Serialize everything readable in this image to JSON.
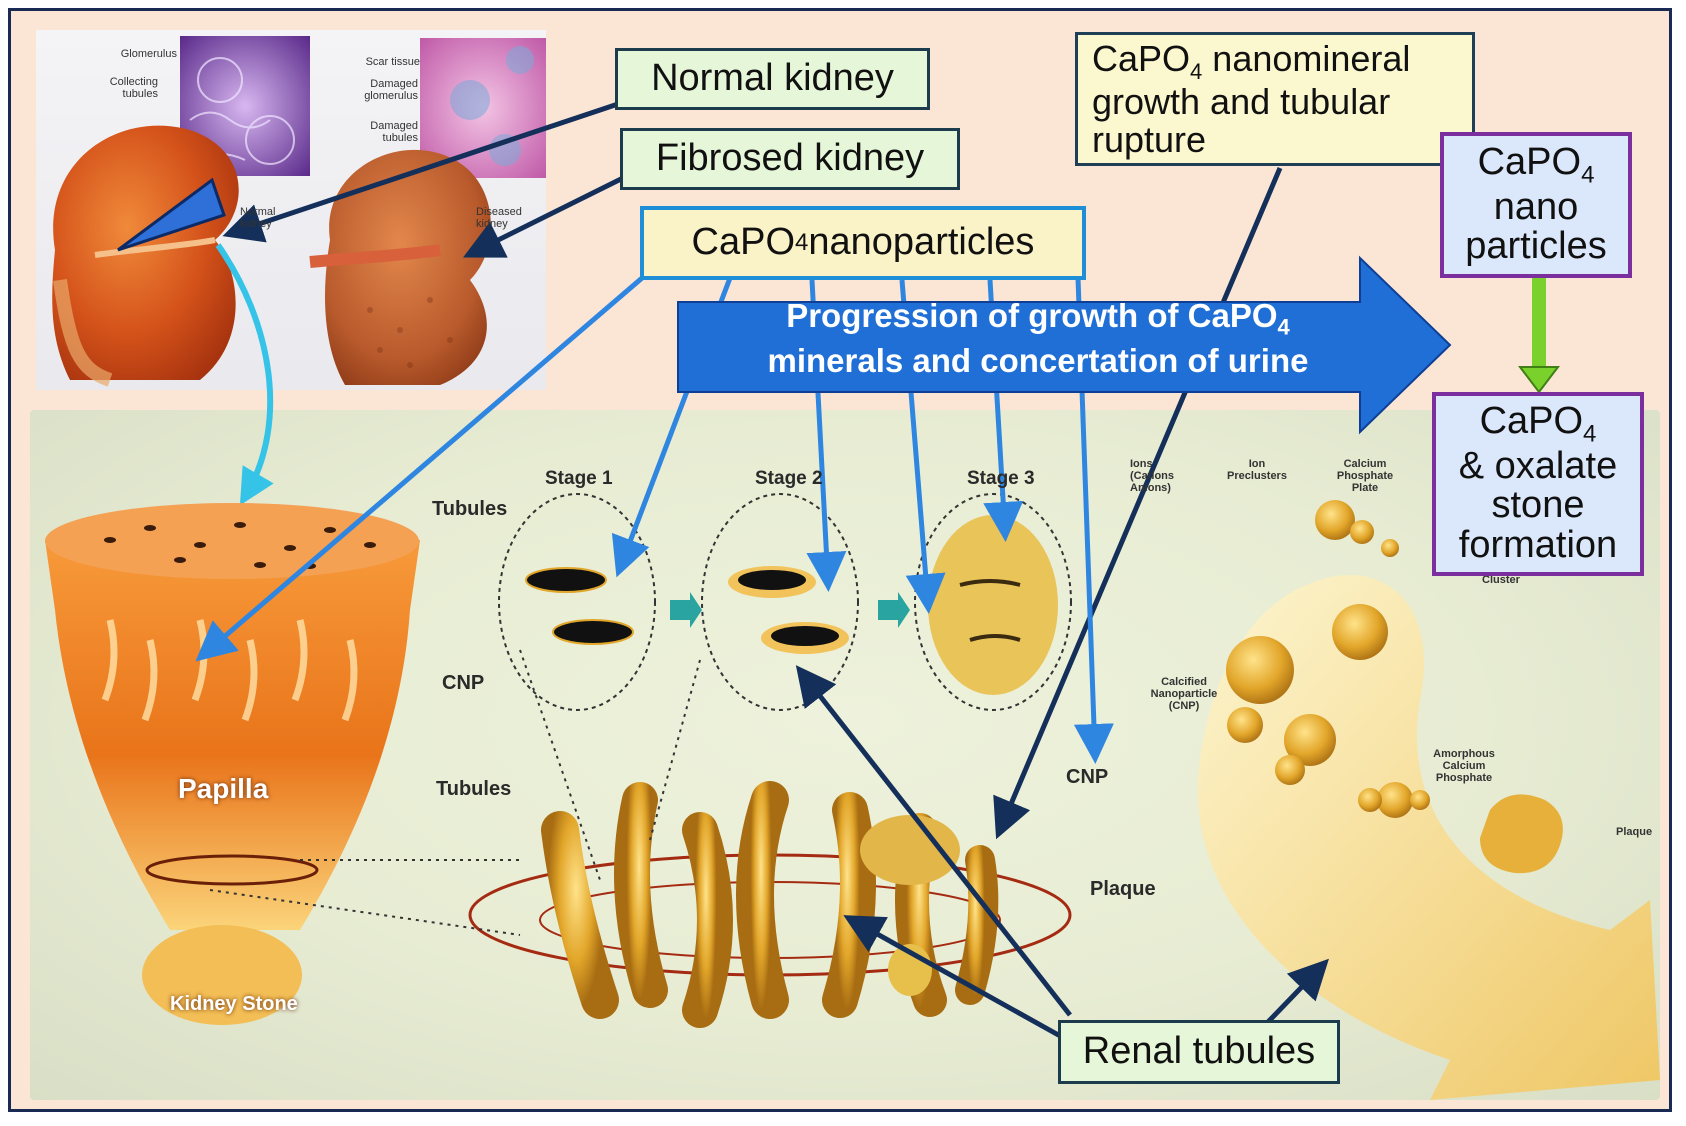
{
  "labels": {
    "normal_kidney": "Normal kidney",
    "fibrosed_kidney": "Fibrosed kidney",
    "capo4_nanoparticles_a": "CaPO",
    "capo4_nanoparticles_sub": "4",
    "capo4_nanoparticles_b": " nanoparticles",
    "growth_line1_a": "CaPO",
    "growth_line1_sub": "4",
    "growth_line1_b": " nanomineral",
    "growth_line2": "growth and tubular",
    "growth_line3": "rupture",
    "nano_box_l1_a": "CaPO",
    "nano_box_l1_sub": "4",
    "nano_box_l2": "nano",
    "nano_box_l3": "particles",
    "stone_box_l1_a": "CaPO",
    "stone_box_l1_sub": "4",
    "stone_box_l2": "& oxalate",
    "stone_box_l3": "stone",
    "stone_box_l4": "formation",
    "progression_l1_a": "Progression of growth of CaPO",
    "progression_l1_sub": "4",
    "progression_l2": "minerals and concertation of urine",
    "renal_tubules": "Renal tubules"
  },
  "illustration_text": {
    "glomerulus": "Glomerulus",
    "collecting_tubules": "Collecting tubules",
    "normal_kidney_small": "Normal kidney",
    "scar_tissue": "Scar tissue",
    "damaged_glomerulus": "Damaged glomerulus",
    "damaged_tubules": "Damaged tubules",
    "diseased_kidney": "Diseased kidney",
    "stage1": "Stage 1",
    "stage2": "Stage 2",
    "stage3": "Stage 3",
    "tubules_top": "Tubules",
    "tubules_bottom": "Tubules",
    "cnp_left": "CNP",
    "cnp_right": "CNP",
    "plaque_mid": "Plaque",
    "papilla": "Papilla",
    "kidney_stone": "Kidney Stone",
    "ions": "Ions (Cations Anions)",
    "ion_preclusters": "Ion Preclusters",
    "calcium_phosphate_plate": "Calcium Phosphate Plate",
    "cluster": "Cluster",
    "calcified_nanoparticle": "Calcified Nanoparticle (CNP)",
    "amorphous_calcium_phosphate": "Amorphous Calcium Phosphate",
    "plaque_right": "Plaque"
  },
  "colors": {
    "frame_border": "#1b2a55",
    "outer_background": "#fbe6d6",
    "progression_arrow": "#1f6fd6",
    "pointer_dark": "#14305a",
    "pointer_blue": "#2f86e0",
    "cyan_arrow": "#36c3e8",
    "green_arrow": "#7ad12b",
    "purple_border": "#7b2f9e",
    "mineral_gold": "#e2a62a",
    "papilla_orange": "#e9741a"
  }
}
